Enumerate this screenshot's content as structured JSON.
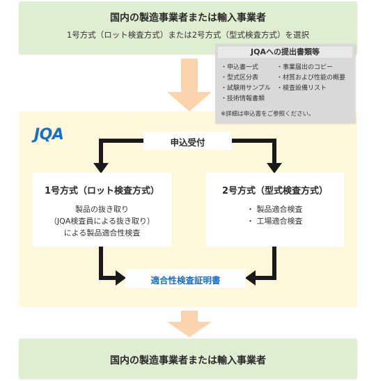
{
  "top": {
    "title": "国内の製造事業者または輸入事業者",
    "subtitle": "1号方式（ロット検査方式）または2号方式（型式検査方式）を選択"
  },
  "documents": {
    "title": "JQAへの提出書類等",
    "items": [
      "・申込書一式",
      "・事業届出のコピー",
      "・型式区分表",
      "・材質および性能の概要",
      "・試験用サンプル",
      "・検査設備リスト",
      "・技術情報書類"
    ],
    "note": "※詳細は申込書をご参照ください。"
  },
  "logo": "JQA",
  "receipt": "申込受付",
  "method1": {
    "title": "1号方式（ロット検査方式）",
    "lines": [
      "製品の抜き取り",
      "（JQA検査員による抜き取り）",
      "による製品適合性検査"
    ]
  },
  "method2": {
    "title": "2号方式（型式検査方式）",
    "lines": [
      "・ 製品適合検査",
      "・ 工場適合検査"
    ]
  },
  "certificate": "適合性検査証明書",
  "bottom": {
    "title": "国内の製造事業者または輸入事業者"
  },
  "colors": {
    "green_box": "#dfedd0",
    "main_area": "#fff8dc",
    "peach_arrow": "#f9d4ad",
    "flow_arrow": "#1a1a1a",
    "logo_blue": "#1a6fc4",
    "doc_box": "#d9d9d9"
  }
}
